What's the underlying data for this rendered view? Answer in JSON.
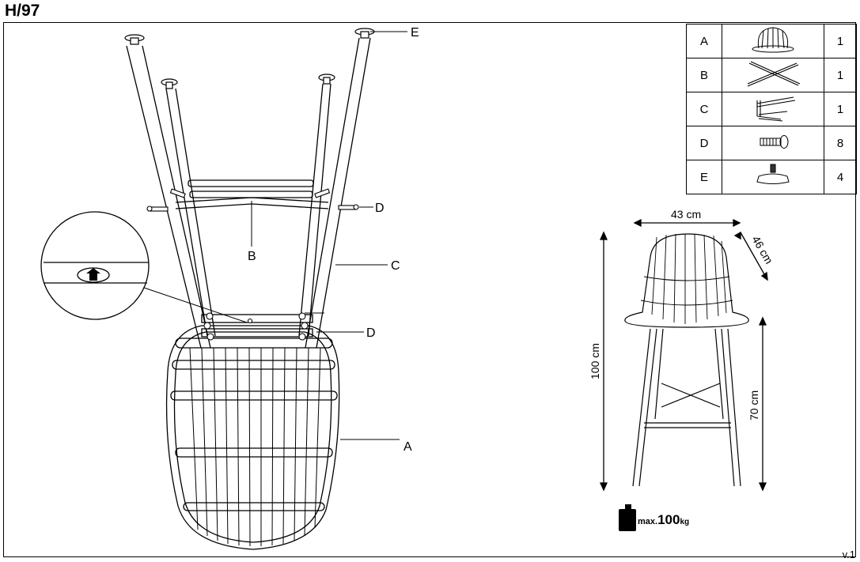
{
  "header": {
    "model": "H/97"
  },
  "footer": {
    "version": "v.1"
  },
  "labels": {
    "A": "A",
    "B": "B",
    "C": "C",
    "D": "D",
    "E": "E"
  },
  "parts": [
    {
      "letter": "A",
      "icon": "seat-icon",
      "qty": "1"
    },
    {
      "letter": "B",
      "icon": "cross-brace-icon",
      "qty": "1"
    },
    {
      "letter": "C",
      "icon": "leg-frame-icon",
      "qty": "1"
    },
    {
      "letter": "D",
      "icon": "screw-icon",
      "qty": "8"
    },
    {
      "letter": "E",
      "icon": "foot-glide-icon",
      "qty": "4"
    }
  ],
  "dimensions": {
    "width": "43 cm",
    "depth": "46 cm",
    "height": "100 cm",
    "seat_height": "70 cm"
  },
  "max_load": {
    "prefix": "max.",
    "value": "100",
    "unit": "kg"
  },
  "colors": {
    "line": "#000000",
    "background": "#ffffff"
  }
}
